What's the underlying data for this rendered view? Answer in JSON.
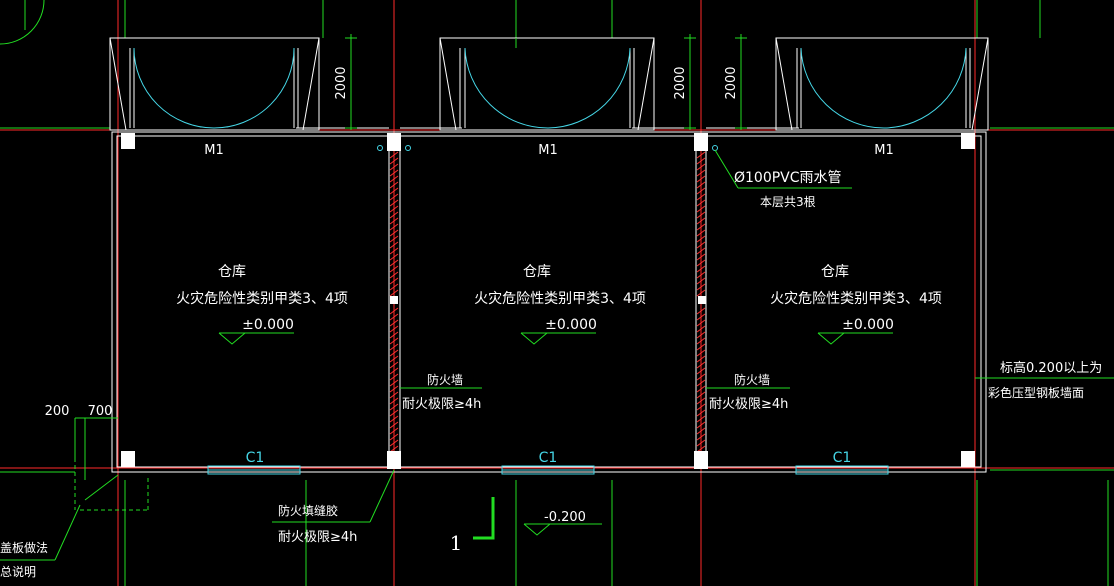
{
  "colors": {
    "background": "#000000",
    "wall": "#ffffff",
    "grid_axis": "#ff2a2a",
    "dimension": "#22dd22",
    "door_arc": "#45d6e6",
    "fire_wall_hatch": "#ff3030"
  },
  "rooms": [
    {
      "door_label": "M1",
      "name": "仓库",
      "hazard": "火灾危险性类别甲类3、4项",
      "elevation": "±0.000",
      "window_label": "C1"
    },
    {
      "door_label": "M1",
      "name": "仓库",
      "hazard": "火灾危险性类别甲类3、4项",
      "elevation": "±0.000",
      "window_label": "C1"
    },
    {
      "door_label": "M1",
      "name": "仓库",
      "hazard": "火灾危险性类别甲类3、4项",
      "elevation": "±0.000",
      "window_label": "C1"
    }
  ],
  "canopy_dimensions": [
    "2000",
    "2000",
    "2000"
  ],
  "downpipe_note": {
    "line1": "Ø100PVC雨水管",
    "line2": "本层共3根"
  },
  "fire_walls": [
    {
      "line1": "防火墙",
      "line2": "耐火极限≥4h"
    },
    {
      "line1": "防火墙",
      "line2": "耐火极限≥4h"
    }
  ],
  "fire_sealant_note": {
    "line1": "防火填缝胶",
    "line2": "耐火极限≥4h"
  },
  "wall_note": {
    "line1": "标高0.200以上为",
    "line2": "彩色压型钢板墙面"
  },
  "outside_elevation": "-0.200",
  "section_mark": "1",
  "corner_dimensions": [
    "200",
    "700"
  ],
  "cover_note": {
    "line1": "盖板做法",
    "line2": "总说明"
  }
}
